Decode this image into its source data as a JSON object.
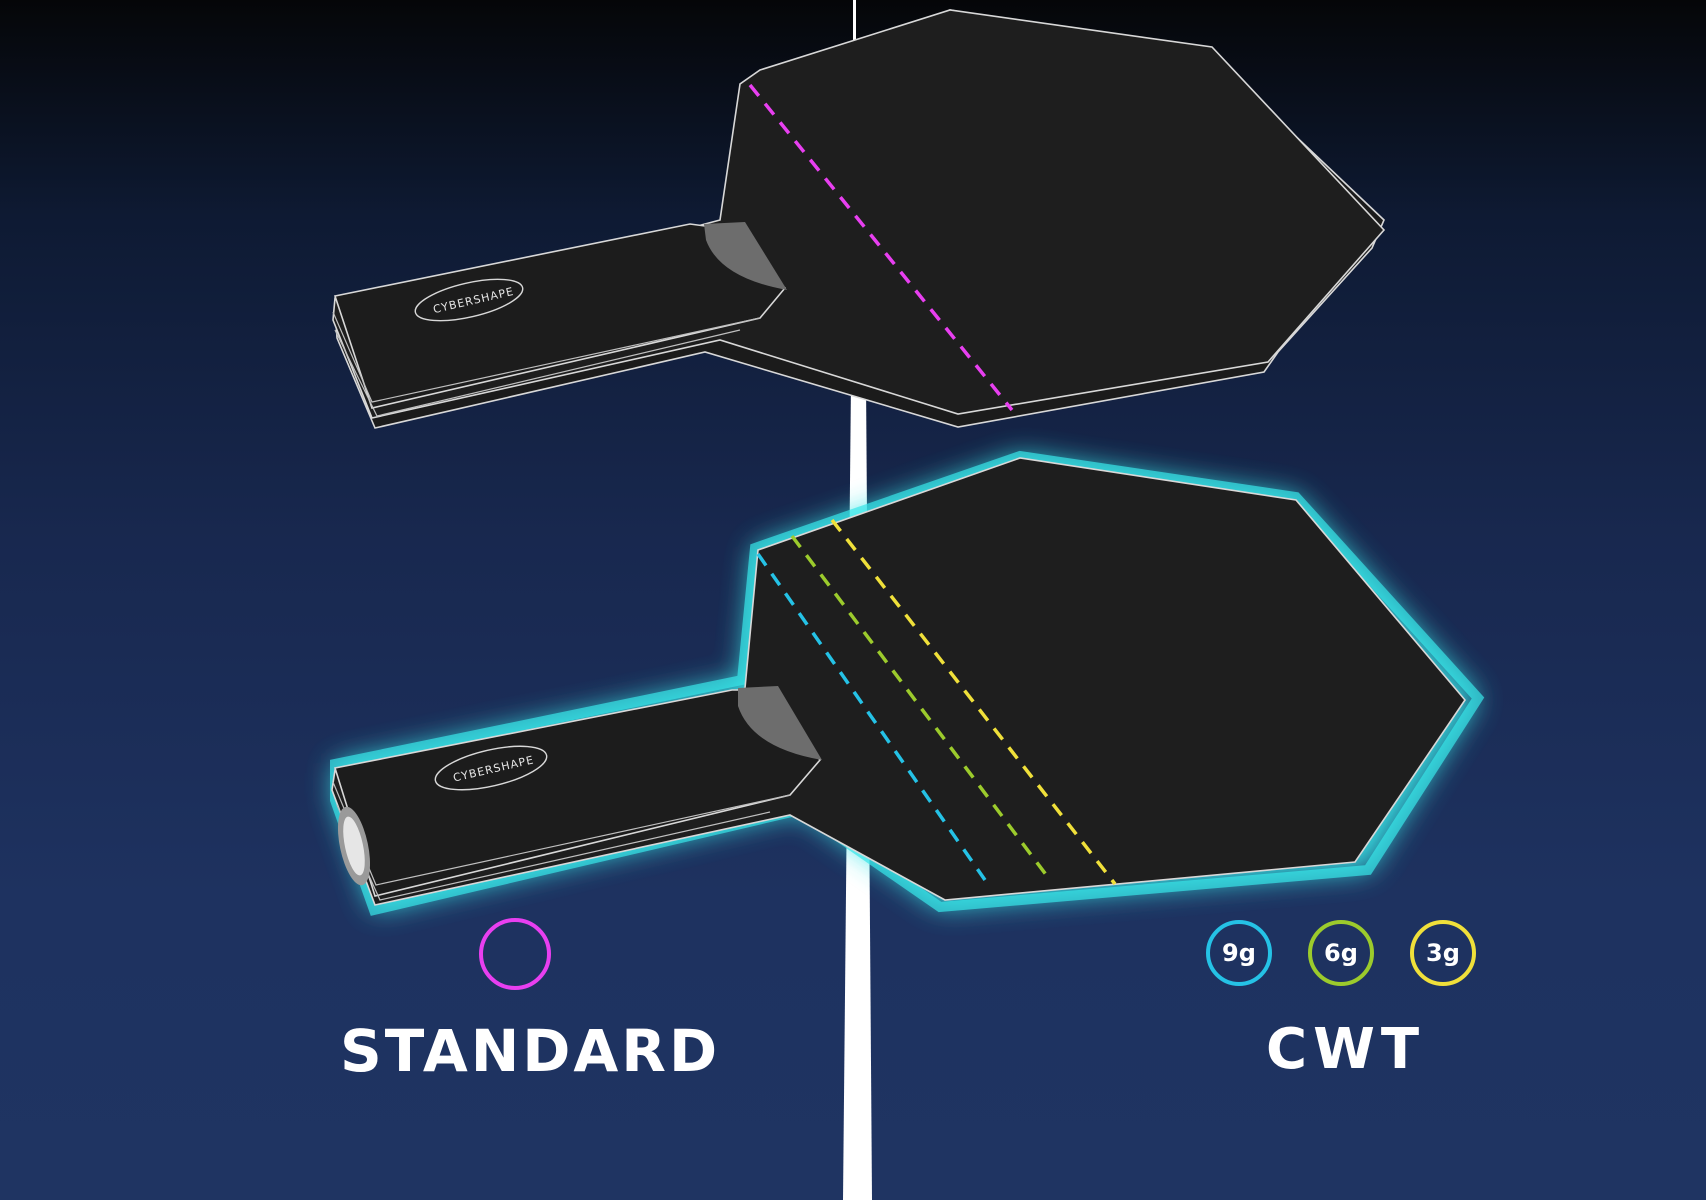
{
  "colors": {
    "standard_line": "#e83ff0",
    "cwt_9g": "#25c2e6",
    "cwt_6g": "#9ccb2c",
    "cwt_3g": "#f0e03a",
    "glow": "#38e6e8",
    "net": "#ffffff",
    "paddle": "#1e1e1e"
  },
  "paddle_top": {
    "handle_brand": "CYBERSHAPE"
  },
  "paddle_bottom": {
    "handle_brand": "CYBERSHAPE"
  },
  "standard": {
    "label": "STANDARD"
  },
  "cwt": {
    "label": "CWT",
    "weights": [
      "9g",
      "6g",
      "3g"
    ]
  }
}
